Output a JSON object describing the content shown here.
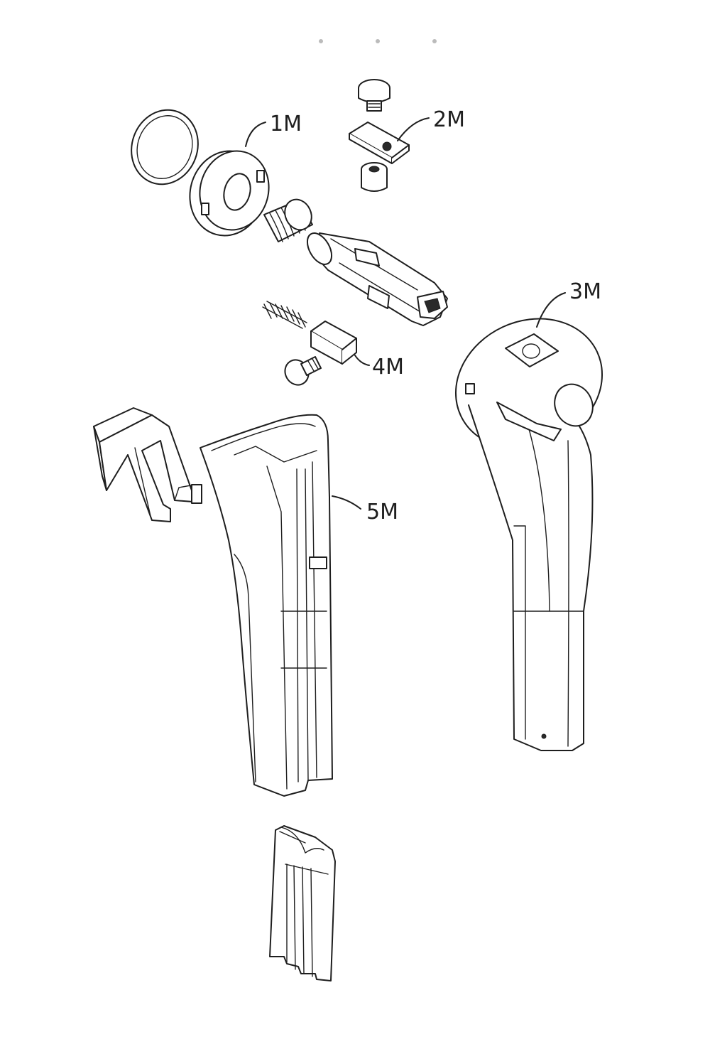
{
  "labels": {
    "p1": "1M",
    "p2": "2M",
    "p3": "3M",
    "p4": "4M",
    "p5": "5M"
  },
  "colors": {
    "line": "#1e1e1e",
    "background": "#ffffff"
  }
}
